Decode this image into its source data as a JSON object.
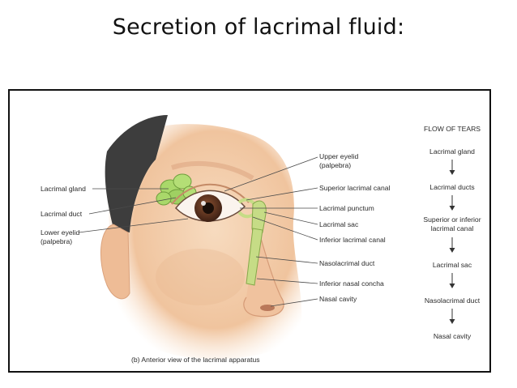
{
  "title": "Secretion of lacrimal fluid:",
  "labels_left": {
    "lacrimal_gland": "Lacrimal gland",
    "lacrimal_duct": "Lacrimal duct",
    "lower_eyelid_1": "Lower eyelid",
    "lower_eyelid_2": "(palpebra)"
  },
  "labels_right": {
    "upper_eyelid_1": "Upper eyelid",
    "upper_eyelid_2": "(palpebra)",
    "superior_canal": "Superior lacrimal canal",
    "punctum": "Lacrimal punctum",
    "sac": "Lacrimal sac",
    "inferior_canal": "Inferior lacrimal canal",
    "nasolacrimal_duct": "Nasolacrimal duct",
    "inferior_concha": "Inferior nasal concha",
    "nasal_cavity": "Nasal cavity"
  },
  "flow": {
    "heading": "FLOW OF TEARS",
    "steps": [
      [
        "Lacrimal gland"
      ],
      [
        "Lacrimal ducts"
      ],
      [
        "Superior or inferior",
        "lacrimal canal"
      ],
      [
        "Lacrimal sac"
      ],
      [
        "Nasolacrimal duct"
      ],
      [
        "Nasal cavity"
      ]
    ]
  },
  "caption": "(b) Anterior view of the lacrimal apparatus",
  "colors": {
    "skin": "#f2c9a4",
    "skin_shadow": "#e3a985",
    "hair": "#3a3a3a",
    "gland": "#a9d86a",
    "iris": "#5a3020",
    "duct": "#c6dc86",
    "line": "#4a4a4a"
  }
}
